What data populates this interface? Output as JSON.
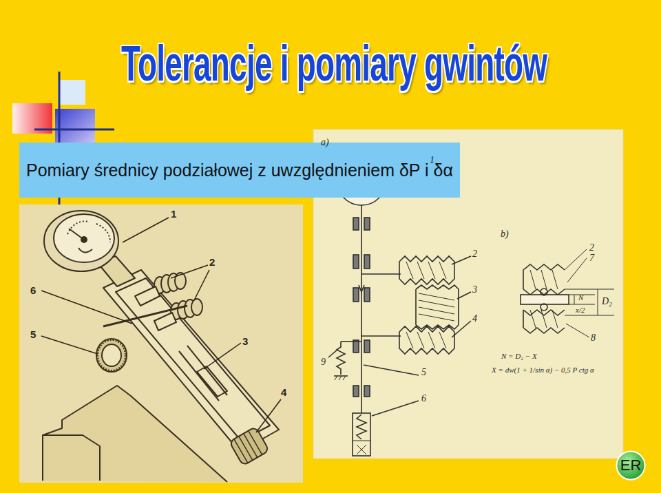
{
  "diagram": {
    "title": "Tolerancje i pomiary gwintów",
    "nodes": [
      {
        "text": [
          "Pomiary średnicy podziałowej z uwzględnieniem δP i δα"
        ]
      },
      {
        "text": [
          "ER"
        ]
      }
    ],
    "labels": [
      "1",
      "2",
      "6",
      "5",
      "3",
      "4",
      "a)",
      "1",
      "b)",
      "2",
      "3",
      "4",
      "9",
      "5",
      "6",
      "2",
      "7",
      "N",
      "x/2",
      "D₂",
      "8",
      "N = D₂ − X",
      "X = dw(1 + 1/sin α) − 0,5 P ctg α"
    ]
  }
}
